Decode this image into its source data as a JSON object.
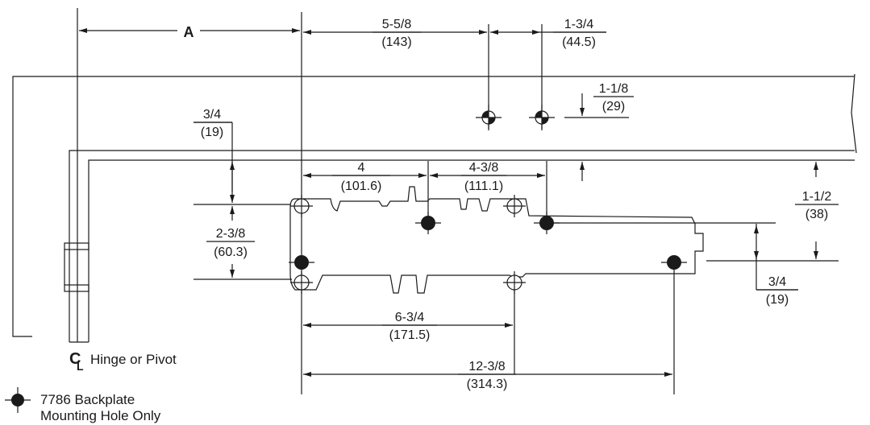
{
  "dimension_a": "A",
  "dims": {
    "d_5_5_8": {
      "top": "5-5/8",
      "bottom": "(143)"
    },
    "d_1_3_4": {
      "top": "1-3/4",
      "bottom": "(44.5)"
    },
    "d_1_1_8": {
      "top": "1-1/8",
      "bottom": "(29)"
    },
    "d_3_4_left": {
      "top": "3/4",
      "bottom": "(19)"
    },
    "d_4": {
      "top": "4",
      "bottom": "(101.6)"
    },
    "d_4_3_8": {
      "top": "4-3/8",
      "bottom": "(111.1)"
    },
    "d_1_1_2": {
      "top": "1-1/2",
      "bottom": "(38)"
    },
    "d_2_3_8": {
      "top": "2-3/8",
      "bottom": "(60.3)"
    },
    "d_3_4_right": {
      "top": "3/4",
      "bottom": "(19)"
    },
    "d_6_3_4": {
      "top": "6-3/4",
      "bottom": "(171.5)"
    },
    "d_12_3_8": {
      "top": "12-3/8",
      "bottom": "(314.3)"
    }
  },
  "centerline_symbol": "C",
  "centerline_symbol_sub": "L",
  "hinge_label": "Hinge or Pivot",
  "legend": {
    "line1": "7786 Backplate",
    "line2": "Mounting Hole Only"
  }
}
